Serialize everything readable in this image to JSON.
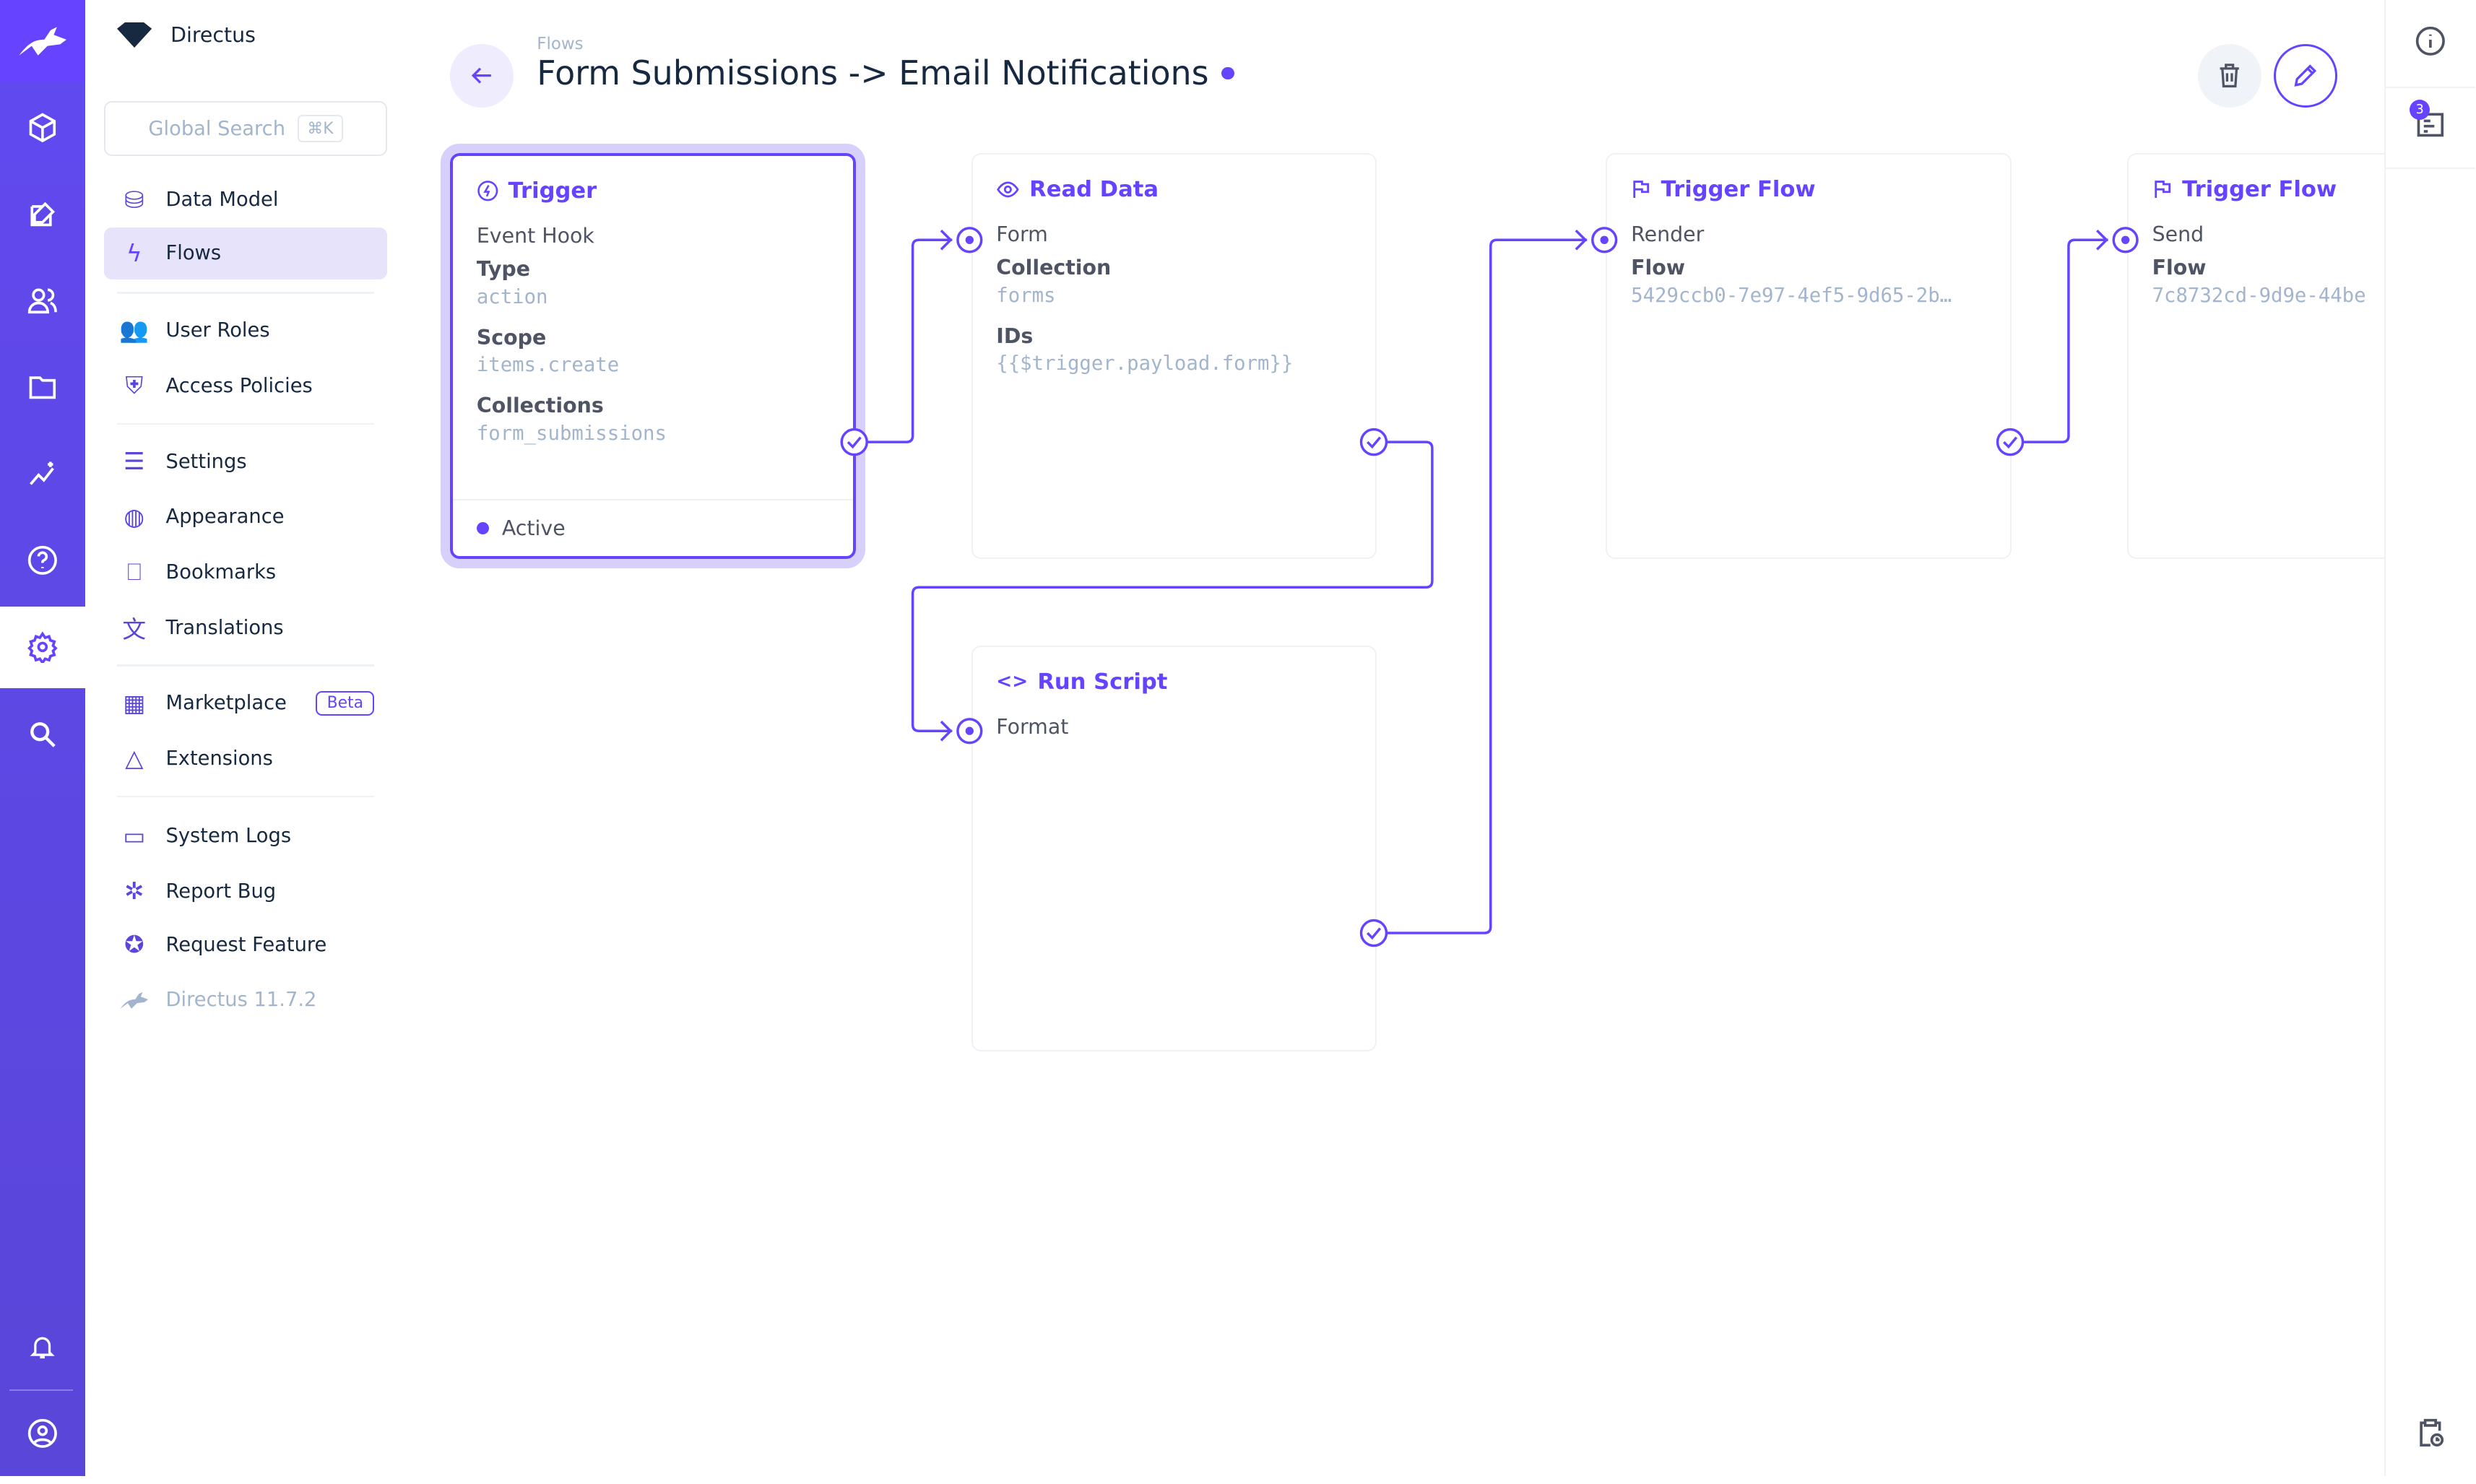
{
  "app": {
    "name": "Directus",
    "version": "Directus 11.7.2"
  },
  "colors": {
    "accent": "#6644ff",
    "rail": "#5b47dd"
  },
  "rail": {
    "icons": [
      "directus-rabbit-logo",
      "cube-icon",
      "edit-icon",
      "users-icon",
      "folder-icon",
      "insights-icon",
      "help-icon",
      "settings-icon",
      "search-icon",
      "bell-icon",
      "user-circle-icon"
    ],
    "active": "settings-icon"
  },
  "search": {
    "placeholder": "Global Search",
    "shortcut": "⌘K"
  },
  "nav": {
    "items": [
      {
        "label": "Data Model",
        "icon": "database-icon"
      },
      {
        "label": "Flows",
        "icon": "bolt-icon",
        "active": true
      },
      {
        "label": "User Roles",
        "icon": "users-icon"
      },
      {
        "label": "Access Policies",
        "icon": "shield-icon"
      },
      {
        "label": "Settings",
        "icon": "sliders-icon"
      },
      {
        "label": "Appearance",
        "icon": "palette-icon"
      },
      {
        "label": "Bookmarks",
        "icon": "bookmark-icon"
      },
      {
        "label": "Translations",
        "icon": "translate-icon"
      },
      {
        "label": "Marketplace",
        "icon": "store-icon",
        "badge": "Beta"
      },
      {
        "label": "Extensions",
        "icon": "shapes-icon"
      },
      {
        "label": "System Logs",
        "icon": "terminal-icon"
      },
      {
        "label": "Report Bug",
        "icon": "bug-icon"
      },
      {
        "label": "Request Feature",
        "icon": "verified-icon"
      }
    ]
  },
  "header": {
    "breadcrumb": "Flows",
    "title": "Form Submissions -> Email Notifications"
  },
  "cards": {
    "trigger": {
      "title": "Trigger",
      "subtitle": "Event Hook",
      "type_label": "Type",
      "type": "action",
      "scope_label": "Scope",
      "scope": "items.create",
      "collections_label": "Collections",
      "collections": "form_submissions",
      "status": "Active"
    },
    "read": {
      "title": "Read Data",
      "subtitle": "Form",
      "collection_label": "Collection",
      "collection": "forms",
      "ids_label": "IDs",
      "ids": "{{$trigger.payload.form}}"
    },
    "script": {
      "title": "Run Script",
      "subtitle": "Format"
    },
    "flow1": {
      "title": "Trigger Flow",
      "subtitle": "Render",
      "flow_label": "Flow",
      "flow": "5429ccb0-7e97-4ef5-9d65-2b…"
    },
    "flow2": {
      "title": "Trigger Flow",
      "subtitle": "Send",
      "flow_label": "Flow",
      "flow": "7c8732cd-9d9e-44be"
    }
  },
  "right_sidebar": {
    "notifications_count": "3"
  }
}
